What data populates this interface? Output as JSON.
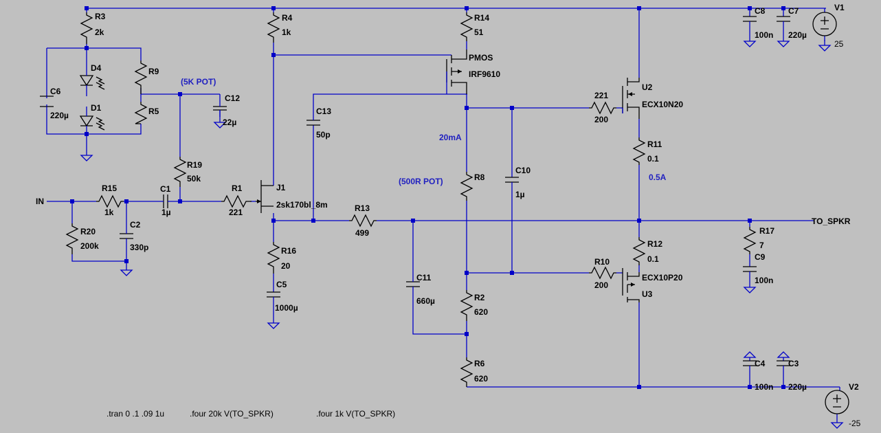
{
  "components": {
    "R3": {
      "ref": "R3",
      "value": "2k"
    },
    "R4": {
      "ref": "R4",
      "value": "1k"
    },
    "R14": {
      "ref": "R14",
      "value": "51"
    },
    "R9": {
      "ref": "R9"
    },
    "R5": {
      "ref": "R5"
    },
    "R19": {
      "ref": "R19",
      "value": "50k"
    },
    "R15": {
      "ref": "R15",
      "value": "1k"
    },
    "R20": {
      "ref": "R20",
      "value": "200k"
    },
    "R1": {
      "ref": "R1",
      "value": "221"
    },
    "R16": {
      "ref": "R16",
      "value": "20"
    },
    "R13": {
      "ref": "R13",
      "value": "499"
    },
    "R8": {
      "ref": "R8"
    },
    "R2": {
      "ref": "R2",
      "value": "620"
    },
    "R6": {
      "ref": "R6",
      "value": "620"
    },
    "R221": {
      "ref": "221",
      "value": "200"
    },
    "R10": {
      "ref": "R10",
      "value": "200"
    },
    "R11": {
      "ref": "R11",
      "value": "0.1"
    },
    "R12": {
      "ref": "R12",
      "value": "0.1"
    },
    "R17": {
      "ref": "R17",
      "value": "7"
    },
    "C6": {
      "ref": "C6",
      "value": "220µ"
    },
    "C12": {
      "ref": "C12",
      "value": "22µ"
    },
    "C13": {
      "ref": "C13",
      "value": "50p"
    },
    "C1": {
      "ref": "C1",
      "value": "1µ"
    },
    "C2": {
      "ref": "C2",
      "value": "330p"
    },
    "C5": {
      "ref": "C5",
      "value": "1000µ"
    },
    "C10": {
      "ref": "C10",
      "value": "1µ"
    },
    "C11": {
      "ref": "C11",
      "value": "660µ"
    },
    "C8": {
      "ref": "C8",
      "value": "100n"
    },
    "C7": {
      "ref": "C7",
      "value": "220µ"
    },
    "C9": {
      "ref": "C9",
      "value": "100n"
    },
    "C4": {
      "ref": "C4",
      "value": "100n"
    },
    "C3": {
      "ref": "C3",
      "value": "220µ"
    },
    "D4": {
      "ref": "D4"
    },
    "D1": {
      "ref": "D1"
    },
    "J1": {
      "ref": "J1",
      "value": "2sk170bl_8m"
    },
    "PMOS": {
      "ref": "PMOS",
      "value": "IRF9610"
    },
    "U2": {
      "ref": "U2",
      "value": "ECX10N20"
    },
    "U3": {
      "ref": "U3",
      "value": "ECX10P20"
    },
    "V1": {
      "ref": "V1",
      "value": "25"
    },
    "V2": {
      "ref": "V2",
      "value": "-25"
    }
  },
  "nets": {
    "in": "IN",
    "out": "TO_SPKR"
  },
  "notes": {
    "pot5k": "(5K POT)",
    "pot500": "(500R POT)",
    "i20ma": "20mA",
    "i05a": "0.5A"
  },
  "directives": {
    "tran": ".tran 0 .1 .09 1u",
    "four20k": ".four 20k V(TO_SPKR)",
    "four1k": ".four 1k V(TO_SPKR)"
  }
}
